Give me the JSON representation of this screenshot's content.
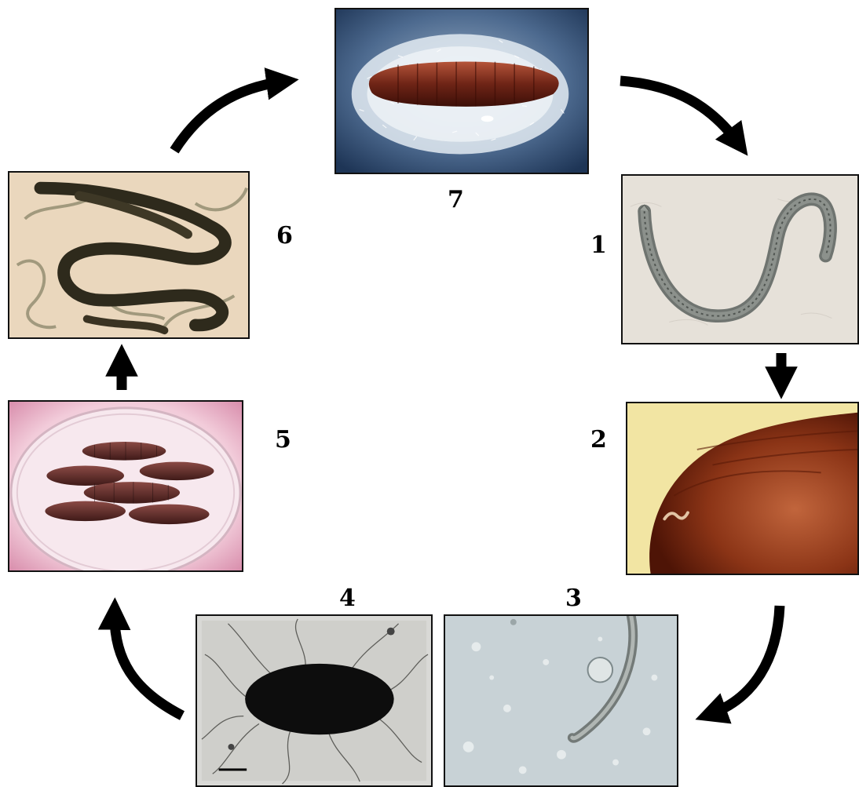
{
  "stages": [
    {
      "id": "1",
      "label": "1",
      "image": "nematode-juvenile"
    },
    {
      "id": "2",
      "label": "2",
      "image": "nematode-entering-larva"
    },
    {
      "id": "3",
      "label": "3",
      "image": "nematode-releasing-bacteria"
    },
    {
      "id": "4",
      "label": "4",
      "image": "bacterium-with-flagella"
    },
    {
      "id": "5",
      "label": "5",
      "image": "dead-insect-larvae-dish"
    },
    {
      "id": "6",
      "label": "6",
      "image": "adult-nematodes"
    },
    {
      "id": "7",
      "label": "7",
      "image": "cadaver-with-emerging-juveniles"
    }
  ],
  "cycle_order": [
    "1",
    "2",
    "3",
    "4",
    "5",
    "6",
    "7"
  ],
  "colors": {
    "arrow": "#000000",
    "panel_border": "#111111"
  }
}
